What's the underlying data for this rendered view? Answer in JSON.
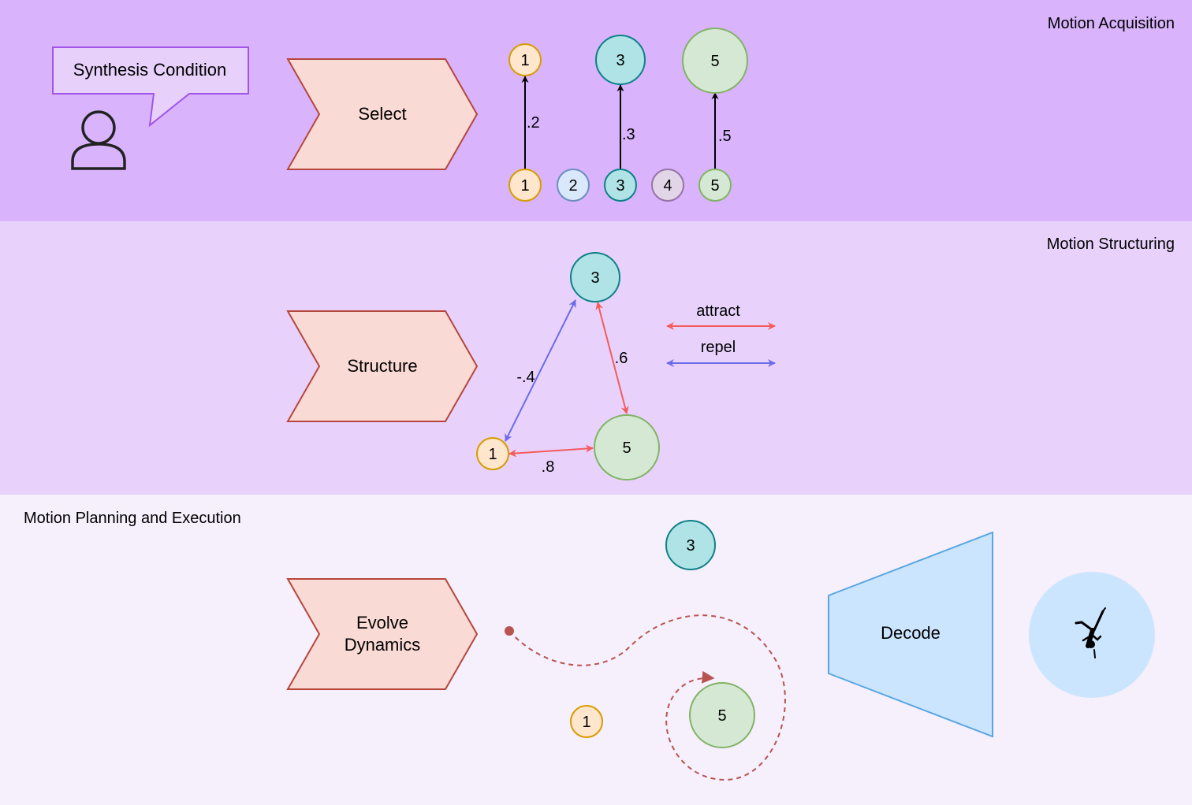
{
  "sections": {
    "acquisition_title": "Motion Acquisition",
    "structuring_title": "Motion Structuring",
    "planning_title": "Motion Planning and Execution"
  },
  "user": {
    "speech_bubble_text": "Synthesis Condition"
  },
  "steps": {
    "select_label": "Select",
    "structure_label": "Structure",
    "evolve_label_line1": "Evolve",
    "evolve_label_line2": "Dynamics",
    "decode_label": "Decode"
  },
  "acquisition": {
    "candidates": [
      "1",
      "2",
      "3",
      "4",
      "5"
    ],
    "selected": [
      "1",
      "3",
      "5"
    ],
    "weights": [
      ".2",
      ".3",
      ".5"
    ]
  },
  "structuring": {
    "nodes": [
      "3",
      "1",
      "5"
    ],
    "edge_labels": {
      "n3_n1": "-.4",
      "n3_n5": ".6",
      "n1_n5": ".8"
    },
    "legend": {
      "attract": "attract",
      "repel": "repel"
    }
  },
  "planning": {
    "nodes": [
      "3",
      "1",
      "5"
    ]
  },
  "colors": {
    "band_acquisition": "#d9b3fc",
    "band_structuring": "#e8d2fc",
    "band_planning": "#f6effc",
    "step_fill": "#fadad5",
    "step_stroke": "#b6463c",
    "node1_fill": "#ffe6cc",
    "node1_stroke": "#d79b00",
    "node2_fill": "#dae8fc",
    "node2_stroke": "#6c8ebf",
    "node3_fill": "#b0e3e6",
    "node3_stroke": "#0e8088",
    "node4_fill": "#e1d5e7",
    "node4_stroke": "#9673a6",
    "node5_fill": "#d5e8d4",
    "node5_stroke": "#82b366",
    "attract": "#f45b5b",
    "repel": "#6b6bea",
    "path": "#b85450",
    "decode_fill": "#cce5ff",
    "decode_stroke": "#58a6e0"
  }
}
